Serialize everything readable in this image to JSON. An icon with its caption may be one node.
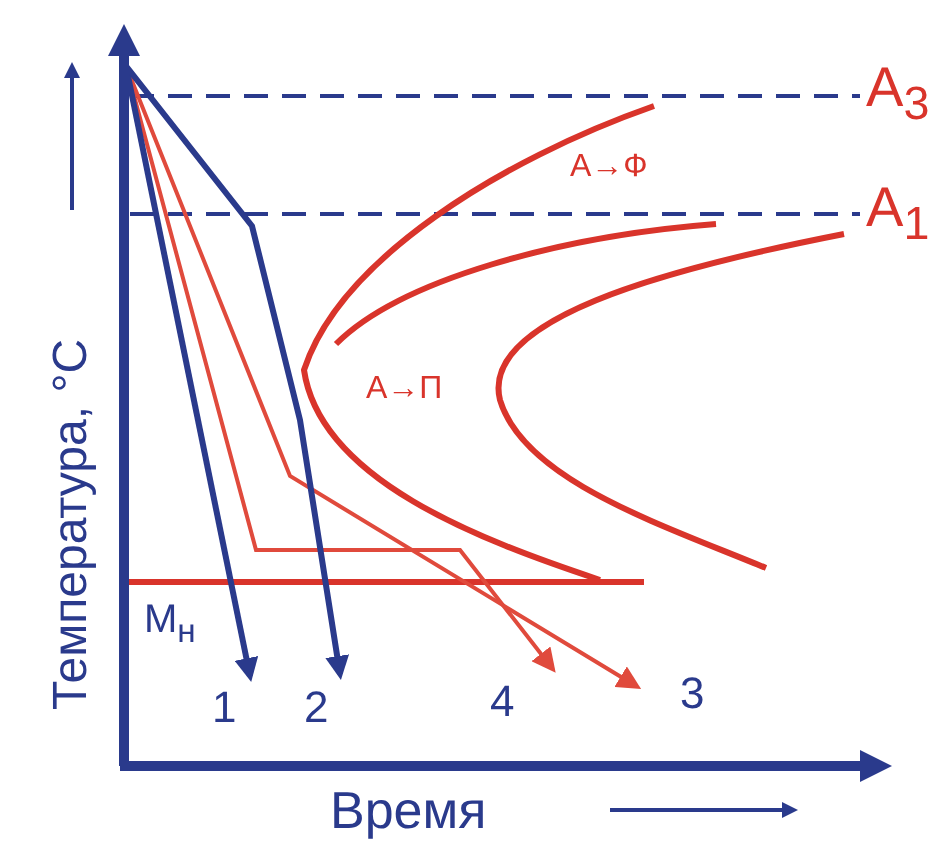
{
  "diagram": {
    "labels": [
      "А$_{3}$",
      "А→Ф",
      "А$_{1}$",
      "Температура, °С",
      "А→П",
      "М$_{н}$",
      "1",
      "2",
      "4",
      "3",
      "Время"
    ]
  }
}
